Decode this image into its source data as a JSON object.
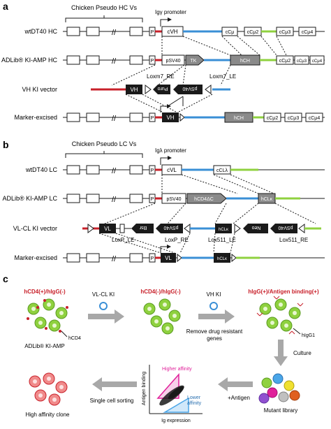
{
  "panel_a": {
    "letter": "a",
    "group_title": "Chicken Pseudo HC Vs",
    "promoter": "Igγ promoter",
    "rows": {
      "r1": "wtDT40 HC",
      "r2": "ADLib® KI-AMP HC",
      "r3": "VH KI vector",
      "r4": "Marker-excised"
    },
    "labels": {
      "p": "P",
      "cvh": "cVH",
      "psv40": "pSV40",
      "tk": "TK",
      "hch": "hCH",
      "cmu": "cCμ",
      "cmu2": "cCμ2",
      "cmu3": "cCμ3",
      "cmu4": "cCμ4",
      "vh": "VH",
      "puro": "Puro",
      "psv40_rev": "pSV40",
      "loxm7_re": "Loxm7_RE",
      "loxm7_le": "Loxm7_LE"
    }
  },
  "panel_b": {
    "letter": "b",
    "group_title": "Chicken Pseudo LC Vs",
    "promoter": "Igλ promoter",
    "rows": {
      "r1": "wtDT40 LC",
      "r2": "ADLib® KI-AMP LC",
      "r3": "VL-CL KI vector",
      "r4": "Marker-excised"
    },
    "labels": {
      "p": "P",
      "cvl": "cVL",
      "ccl": "cCLλ",
      "psv40": "pSV40",
      "hcd4": "hCD4ΔC",
      "hclk": "hCLκ",
      "vl": "VL",
      "bsr": "Bsr",
      "psv40_rev": "pSV40",
      "neo": "Neo",
      "loxp_le": "LoxP_LE",
      "loxp_re": "LoxP_RE",
      "lox511_le": "Lox511_LE",
      "lox511_re": "Lox511_RE"
    }
  },
  "panel_c": {
    "letter": "c",
    "stage1_title": "hCD4(+)/hIgG(-)",
    "stage1_label": "hCD4",
    "stage1_caption": "ADLib® KI-AMP",
    "arrow1": "VL-CL KI",
    "stage2_title": "hCD4(-)/hIgG(-)",
    "arrow2_top": "VH KI",
    "arrow2_bottom": "Remove drug resistant genes",
    "stage3_title": "hIgG(+)/Antigen binding(+)",
    "stage3_label": "hIgG1",
    "arrow3": "Culture",
    "stage4_caption": "Mutant library",
    "arrow4": "+Antigen",
    "plot_ylabel": "Antigen binding",
    "plot_xlabel": "Ig expression",
    "higher": "Higher affinity",
    "lower": "Lower affinity",
    "arrow5": "Single cell sorting",
    "stage5_caption": "High affinity clone"
  },
  "colors": {
    "red": "#c8202a",
    "blue": "#3a8fd6",
    "green": "#8fd13f",
    "dark": "#1a1a1a",
    "gray": "#8a8a8a",
    "magenta": "#e0209a",
    "lightblue": "#4aa6e8"
  }
}
